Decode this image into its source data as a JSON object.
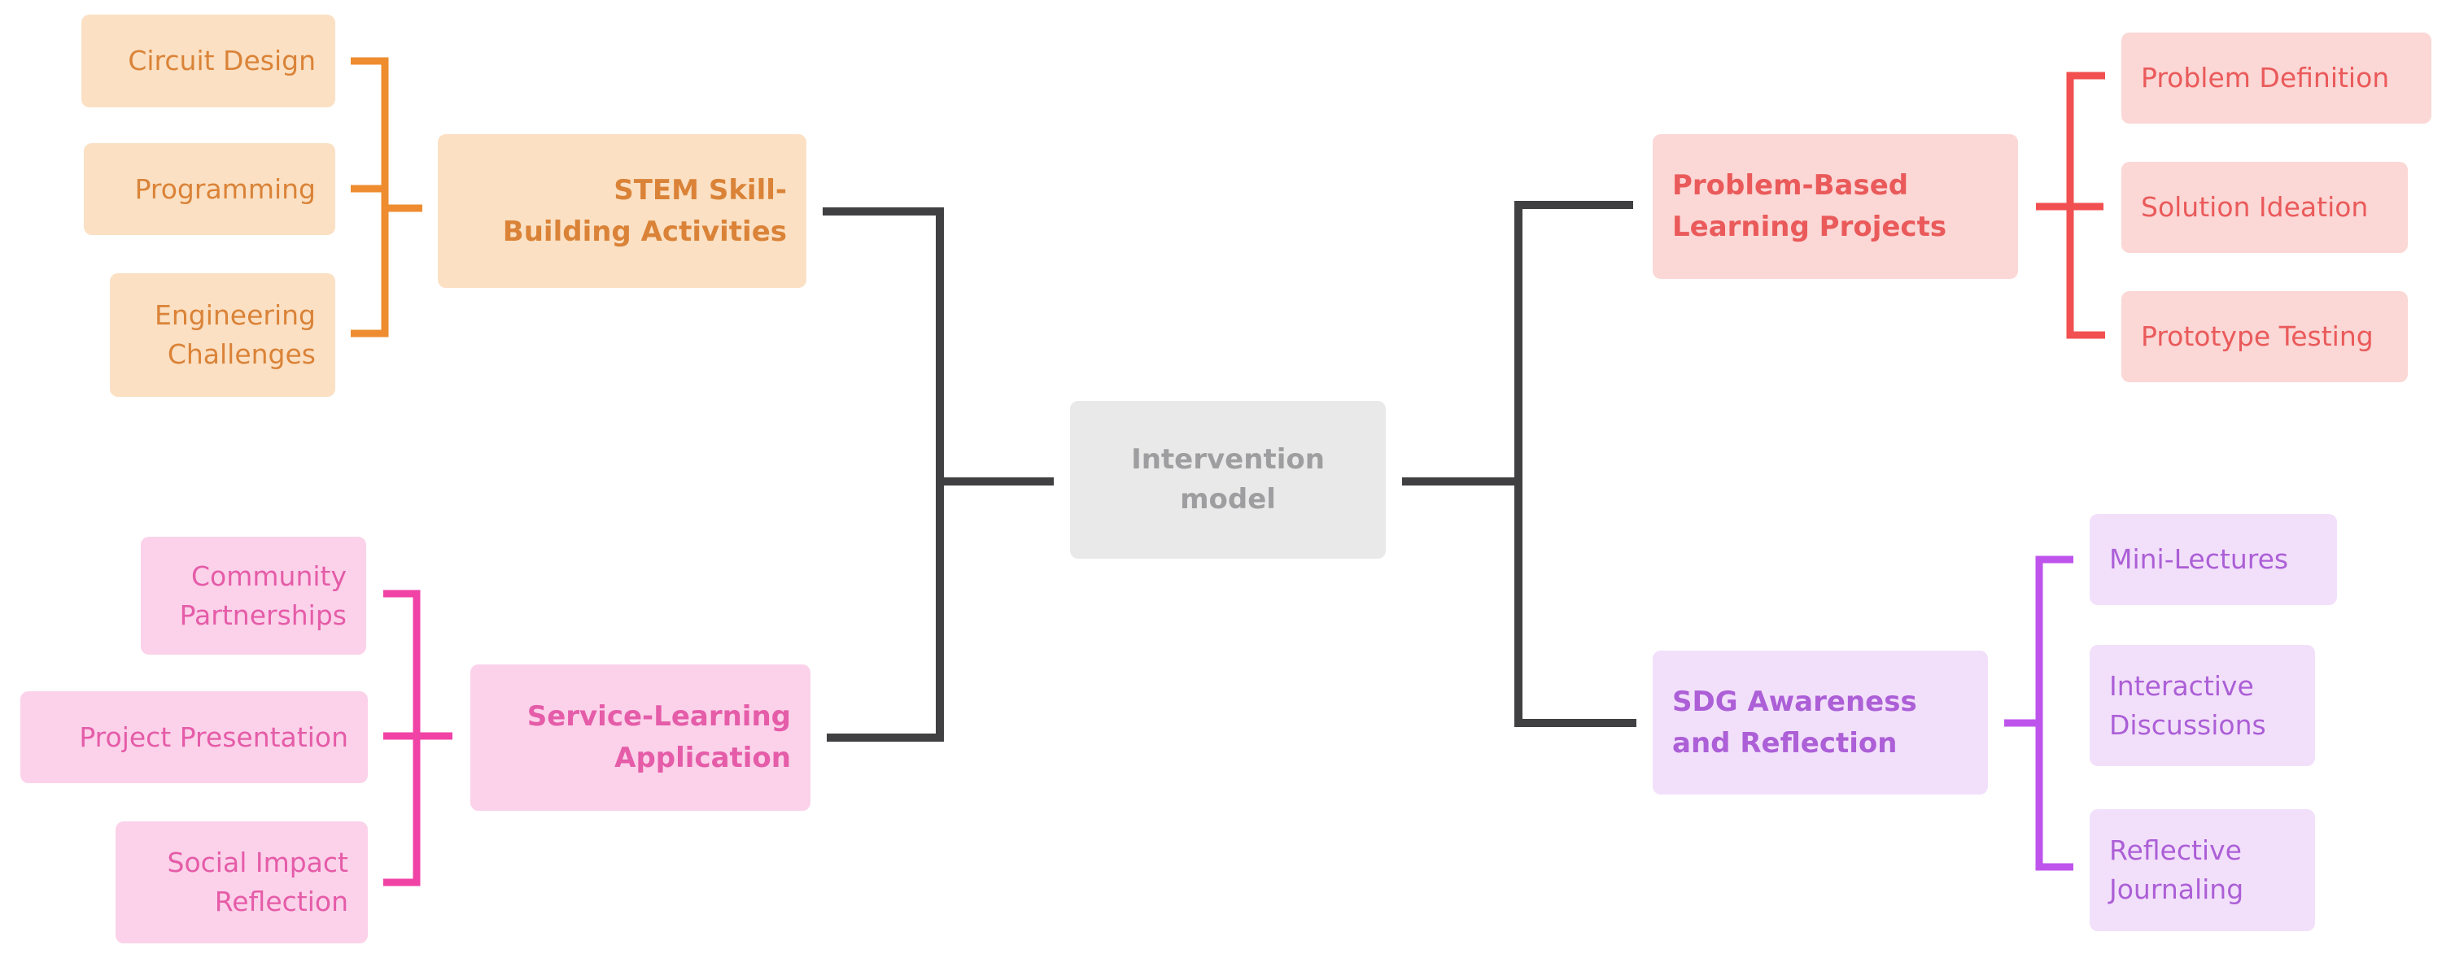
{
  "diagram": {
    "center_node": {
      "label": "Intervention\nmodel",
      "background": "#E9E9E9",
      "text_color": "#9E9EA0"
    },
    "connector_color": "#404042",
    "branches": [
      {
        "id": "stem-skill-building",
        "label": "STEM Skill-\nBuilding Activities",
        "background": "#FBE0C3",
        "text_color": "#DA8338",
        "line_color": "#EE8C2F",
        "children": [
          {
            "label": "Circuit Design"
          },
          {
            "label": "Programming"
          },
          {
            "label": "Engineering\nChallenges"
          }
        ]
      },
      {
        "id": "service-learning",
        "label": "Service-Learning\nApplication",
        "background": "#FBD2EA",
        "text_color": "#E55CA8",
        "line_color": "#F043A5",
        "children": [
          {
            "label": "Community\nPartnerships"
          },
          {
            "label": "Project Presentation"
          },
          {
            "label": "Social Impact\nReflection"
          }
        ]
      },
      {
        "id": "problem-based-learning",
        "label": "Problem-Based\nLearning Projects",
        "background": "#FBD7D6",
        "text_color": "#EA5A5A",
        "line_color": "#F25050",
        "children": [
          {
            "label": "Problem Definition"
          },
          {
            "label": "Solution Ideation"
          },
          {
            "label": "Prototype Testing"
          }
        ]
      },
      {
        "id": "sdg-awareness",
        "label": "SDG Awareness\nand Reflection",
        "background": "#F2E0FB",
        "text_color": "#AC5FD6",
        "line_color": "#BE54EC",
        "children": [
          {
            "label": "Mini-Lectures"
          },
          {
            "label": "Interactive\nDiscussions"
          },
          {
            "label": "Reflective\nJournaling"
          }
        ]
      }
    ]
  }
}
